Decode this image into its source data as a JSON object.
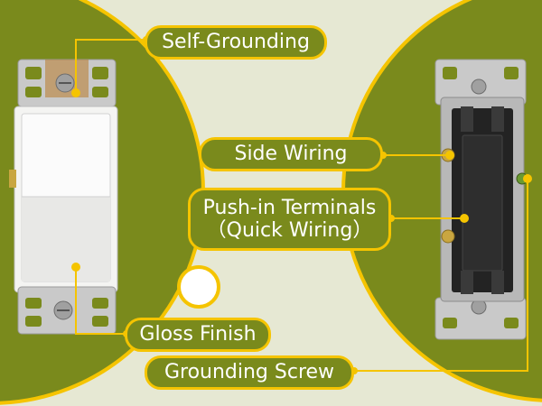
{
  "callouts": {
    "self_grounding": "Self-Grounding",
    "side_wiring": "Side Wiring",
    "push_in_line1": "Push-in Terminals",
    "push_in_line2": "（Quick Wiring）",
    "gloss_finish": "Gloss Finish",
    "grounding_screw": "Grounding Screw"
  },
  "colors": {
    "background": "#e6e8d3",
    "panel_green": "#7a8a1c",
    "accent_yellow": "#f5c400",
    "label_text": "#ffffff"
  },
  "images": {
    "left": "front-of-decorator-switch",
    "right": "back-of-decorator-switch"
  }
}
